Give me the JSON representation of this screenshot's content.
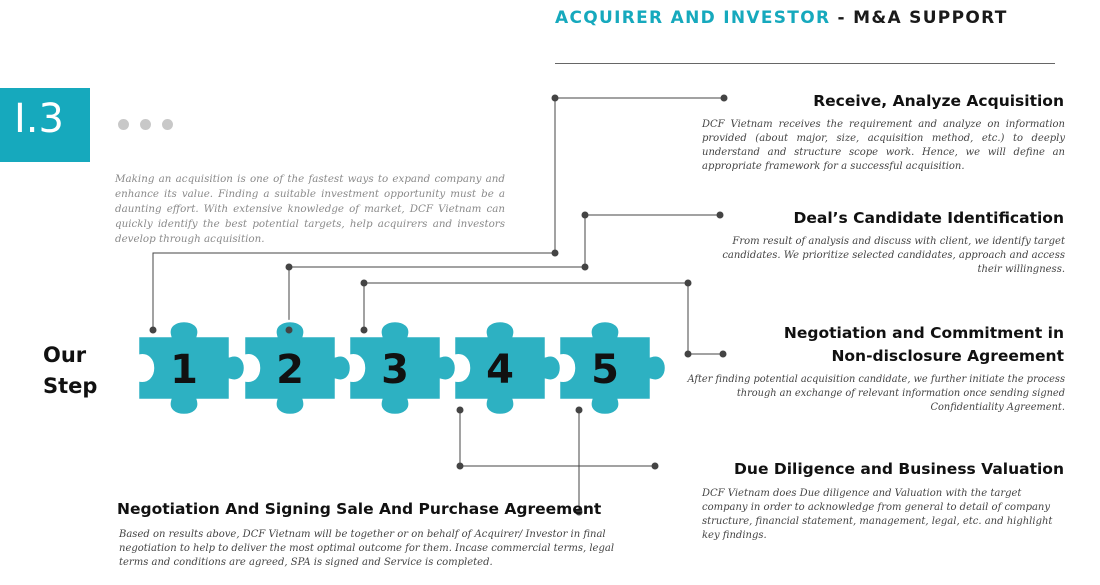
{
  "header": {
    "accent_text": "ACQUIRER AND INVESTOR",
    "separator": " - ",
    "dark_text": "M&A SUPPORT"
  },
  "section_number": "I.3",
  "intro": "Making an acquisition is one of the fastest ways to expand company and enhance its value. Finding a suitable investment opportunity must be a daunting effort. With extensive knowledge of market, DCF Vietnam can quickly identify the best potential targets, help acquirers and investors develop  through acquisition.",
  "step_label": {
    "line1": "Our",
    "line2": "Step"
  },
  "puzzle_numbers": [
    "1",
    "2",
    "3",
    "4",
    "5"
  ],
  "steps": [
    {
      "title": "Receive, Analyze Acquisition",
      "description": "DCF Vietnam receives the requirement and analyze on information provided (about major, size, acquisition method, etc.) to deeply understand and structure scope work. Hence, we will define an appropriate framework for a successful acquisition."
    },
    {
      "title": "Deal’s Candidate Identification",
      "description": "From result of analysis and discuss with client, we identify target candidates. We prioritize selected candidates, approach and access  their willingness."
    },
    {
      "title_line1": "Negotiation and Commitment in",
      "title_line2": "Non-disclosure Agreement",
      "description": "After finding potential acquisition candidate, we further initiate the process through an exchange of relevant information once sending signed Confidentiality Agreement."
    },
    {
      "title": "Due Diligence and Business Valuation",
      "description": "DCF Vietnam does Due diligence and Valuation with the target company in order to acknowledge from general to detail of company structure, financial statement, management, legal, etc. and highlight key findings."
    },
    {
      "title": "Negotiation And Signing Sale And Purchase Agreement",
      "description": "Based on results above, DCF Vietnam will be together or on behalf of Acquirer/ Investor in final negotiation to help to deliver the most optimal outcome for them. Incase commercial terms, legal terms and conditions are agreed, SPA is signed and Service is completed."
    }
  ],
  "colors": {
    "accent": "#16a9bd",
    "puzzle": "#2db1c2",
    "connector": "#444444"
  }
}
